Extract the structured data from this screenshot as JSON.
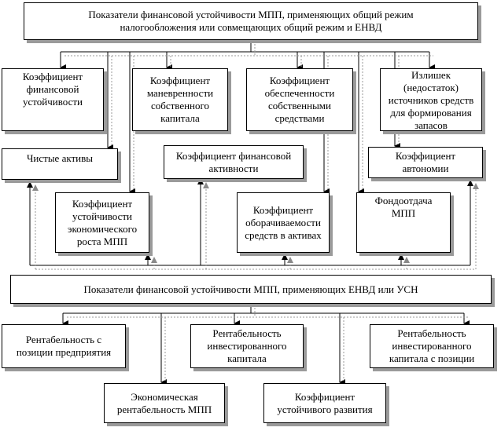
{
  "header_top": "Показатели финансовой устойчивости МПП, применяющих общий режим\nналогообложения или совмещающих общий режим и ЕНВД",
  "header_mid": "Показатели финансовой устойчивости МПП, применяющих ЕНВД или УСН",
  "upper_boxes": {
    "financial_stability": "Коэффициент\nфинансовой\nустойчивости",
    "equity_maneuverability": "Коэффициент\nманевренности\nсобственного\nкапитала",
    "own_funds_security": "Коэффициент\nобеспеченности\nсобственными\nсредствами",
    "surplus_deficit": "Излишек\n(недостаток)\nисточников средств\nдля формирования\nзапасов",
    "net_assets": "Чистые активы",
    "financial_activity": "Коэффициент финансовой\nактивности",
    "autonomy": "Коэффициент\nавтономии",
    "economic_growth": "Коэффициент\nустойчивости\nэкономического\nроста МПП",
    "asset_turnover": "Коэффициент\nоборачиваемости\nсредств в активах",
    "capital_productivity": "Фондоотдача\nМПП"
  },
  "lower_boxes": {
    "enterprise_profitability": "Рентабельность с\nпозиции предприятия",
    "invested_capital_profitability": "Рентабельность\nинвестированного\nкапитала",
    "invested_capital_position": "Рентабельность\nинвестированного\nкапитала с позиции",
    "economic_profitability": "Экономическая\nрентабельность МПП",
    "sustainable_development": "Коэффициент\nустойчивого развития"
  }
}
